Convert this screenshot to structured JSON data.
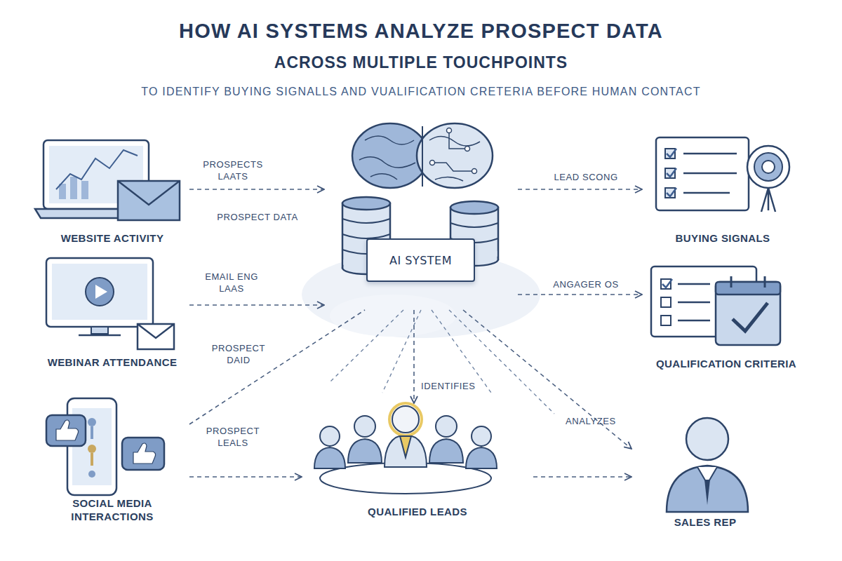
{
  "diagram": {
    "title": "HOW AI SYSTEMS ANALYZE PROSPECT DATA",
    "nodes": [
      {
        "text": [
          "WEBSITE ACTIVITY"
        ]
      },
      {
        "text": [
          "WEBINAR ATTENDANCE"
        ]
      },
      {
        "text": [
          "SOCIAL MEDIA INTERACTIONS"
        ]
      },
      {
        "text": [
          "AI SYSTEM"
        ]
      },
      {
        "text": [
          "BUYING SIGNALS"
        ]
      },
      {
        "text": [
          "QUALIFICATION CRITERIA"
        ]
      },
      {
        "text": [
          "QUALIFIED LEADS"
        ]
      },
      {
        "text": [
          "SALES REP"
        ]
      }
    ],
    "edges": [
      {
        "from": 0,
        "to": 3,
        "arrow": "to",
        "label": "PROSPECTS LAATS"
      },
      {
        "from": 1,
        "to": 3,
        "arrow": "to",
        "label": "EMAIL ENG LAAS"
      },
      {
        "from": 2,
        "to": 3,
        "arrow": "none",
        "label": "PROSPECT DAID"
      },
      {
        "from": 2,
        "to": 6,
        "arrow": "to",
        "label": "PROSPECT LEALS"
      },
      {
        "from": 3,
        "to": 4,
        "arrow": "to",
        "label": "LEAD SCONG"
      },
      {
        "from": 3,
        "to": 5,
        "arrow": "to",
        "label": "ANGAGER OS"
      },
      {
        "from": 3,
        "to": 6,
        "arrow": "to",
        "label": "IDENTIFIES"
      },
      {
        "from": 3,
        "to": 7,
        "arrow": "to",
        "label": "ANALYZES"
      },
      {
        "from": 6,
        "to": 7,
        "arrow": "to"
      }
    ],
    "labels": [
      "ACROSS MULTIPLE TOUCHPOINTS",
      "TO IDENTIFY BUYING SIGNALLS AND VUALIFICATION CRETERIA BEFORE HUMAN CONTACT",
      "PROSPECT DATA"
    ]
  }
}
